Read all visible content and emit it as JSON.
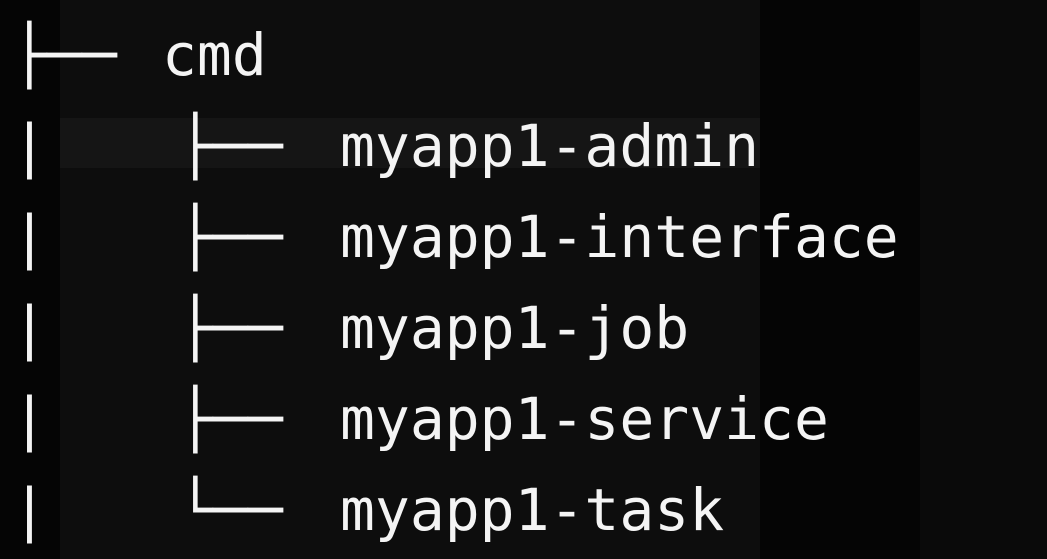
{
  "tree": {
    "root": {
      "connector": "├──",
      "name": "cmd"
    },
    "children": [
      {
        "trunk": "|",
        "connector": "├──",
        "name": "myapp1-admin"
      },
      {
        "trunk": "|",
        "connector": "├──",
        "name": "myapp1-interface"
      },
      {
        "trunk": "|",
        "connector": "├──",
        "name": "myapp1-job"
      },
      {
        "trunk": "|",
        "connector": "├──",
        "name": "myapp1-service"
      },
      {
        "trunk": "|",
        "connector": "└──",
        "name": "myapp1-task"
      }
    ]
  },
  "colors": {
    "background": "#050505",
    "text": "#f4f4f4"
  }
}
